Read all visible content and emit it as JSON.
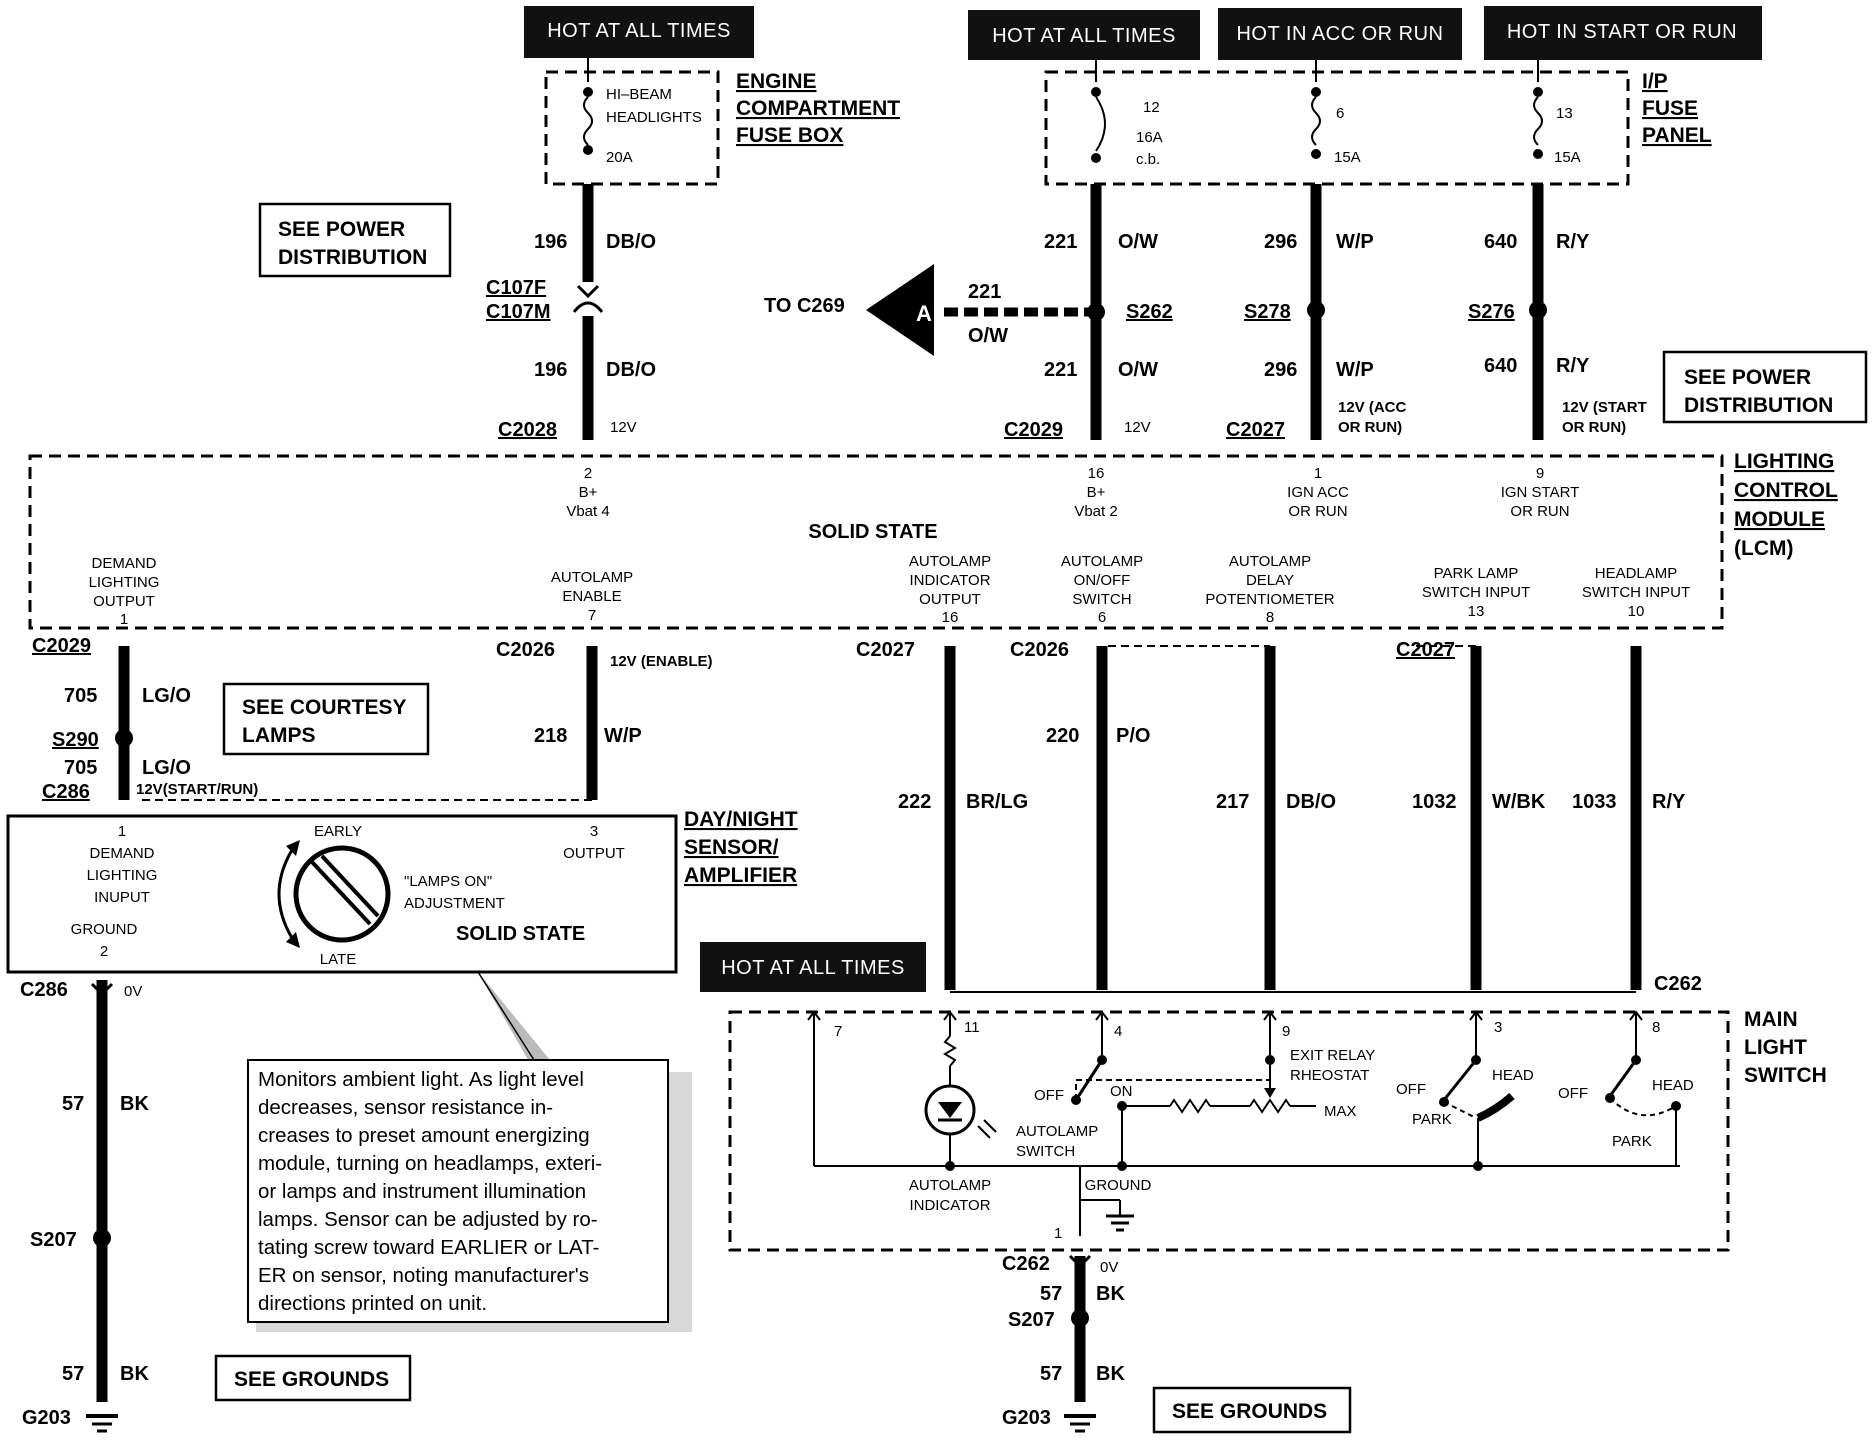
{
  "hot_labels": {
    "engine_fuse": "HOT AT ALL TIMES",
    "fuse12": "HOT AT ALL TIMES",
    "fuse6": "HOT IN ACC OR RUN",
    "fuse13": "HOT IN START OR RUN",
    "main_switch": "HOT AT ALL TIMES"
  },
  "engine_fuse_box": {
    "title": [
      "ENGINE",
      "COMPARTMENT",
      "FUSE BOX"
    ],
    "fuse_label": [
      "HI–BEAM",
      "HEADLIGHTS"
    ],
    "fuse_rating": "20A"
  },
  "ip_fuse_panel": {
    "title": [
      "I/P",
      "FUSE",
      "PANEL"
    ],
    "fuse12": {
      "num": "12",
      "rating": "16A",
      "type": "c.b."
    },
    "fuse6": {
      "num": "6",
      "rating": "15A"
    },
    "fuse13": {
      "num": "13",
      "rating": "15A"
    }
  },
  "see_boxes": {
    "power_left": [
      "SEE POWER",
      "DISTRIBUTION"
    ],
    "power_right": [
      "SEE POWER",
      "DISTRIBUTION"
    ],
    "courtesy": [
      "SEE COURTESY",
      "LAMPS"
    ],
    "grounds_left": "SEE GROUNDS",
    "grounds_right": "SEE GROUNDS"
  },
  "wires_top": {
    "w196_top": {
      "circuit": "196",
      "color": "DB/O"
    },
    "conn_c107": [
      "C107F",
      "C107M"
    ],
    "w196_bot": {
      "circuit": "196",
      "color": "DB/O"
    },
    "c2028_top": {
      "conn": "C2028",
      "volt": "12V"
    },
    "w221_top": {
      "circuit": "221",
      "color": "O/W"
    },
    "splice_s262": "S262",
    "branch_a": {
      "dest": "TO C269",
      "letter": "A",
      "circuit": "221",
      "color": "O/W"
    },
    "w221_bot": {
      "circuit": "221",
      "color": "O/W"
    },
    "c2029_top": {
      "conn": "C2029",
      "volt": "12V"
    },
    "w296_top": {
      "circuit": "296",
      "color": "W/P"
    },
    "splice_s278": "S278",
    "w296_bot": {
      "circuit": "296",
      "color": "W/P"
    },
    "c2027_top": {
      "conn": "C2027",
      "volt": [
        "12V (ACC",
        "OR RUN)"
      ]
    },
    "w640_top": {
      "circuit": "640",
      "color": "R/Y"
    },
    "splice_s276": "S276",
    "w640_bot": {
      "circuit": "640",
      "color": "R/Y"
    },
    "volt_640": [
      "12V (START",
      "OR RUN)"
    ]
  },
  "lcm": {
    "title": [
      "LIGHTING",
      "CONTROL",
      "MODULE",
      "(LCM)"
    ],
    "solid_state": "SOLID STATE",
    "pin2": [
      "2",
      "B+",
      "Vbat 4"
    ],
    "pin16_top": [
      "16",
      "B+",
      "Vbat 2"
    ],
    "pin1_top": [
      "1",
      "IGN ACC",
      "OR RUN"
    ],
    "pin9": [
      "9",
      "IGN START",
      "OR RUN"
    ],
    "pin_demand": [
      "DEMAND",
      "LIGHTING",
      "OUTPUT",
      "1"
    ],
    "pin_autolamp_enable": [
      "AUTOLAMP",
      "ENABLE",
      "7"
    ],
    "pin_indicator": [
      "AUTOLAMP",
      "INDICATOR",
      "OUTPUT",
      "16"
    ],
    "pin_onoff": [
      "AUTOLAMP",
      "ON/OFF",
      "SWITCH",
      "6"
    ],
    "pin_delay": [
      "AUTOLAMP",
      "DELAY",
      "POTENTIOMETER",
      "8"
    ],
    "pin_park": [
      "PARK LAMP",
      "SWITCH INPUT",
      "13"
    ],
    "pin_head": [
      "HEADLAMP",
      "SWITCH INPUT",
      "10"
    ]
  },
  "wires_bottom": {
    "c2029_left": "C2029",
    "w705_top": {
      "circuit": "705",
      "color": "LG/O"
    },
    "splice_s290": "S290",
    "w705_bot": {
      "circuit": "705",
      "color": "LG/O"
    },
    "c286_top": "C286",
    "volt_start_run": "12V(START/RUN)",
    "c2026_mid": "C2026",
    "volt_enable": "12V (ENABLE)",
    "w218": {
      "circuit": "218",
      "color": "W/P"
    },
    "c2027_mid": "C2027",
    "w222": {
      "circuit": "222",
      "color": "BR/LG"
    },
    "c2026_right": "C2026",
    "w220": {
      "circuit": "220",
      "color": "P/O"
    },
    "w217": {
      "circuit": "217",
      "color": "DB/O"
    },
    "c2027_right": "C2027",
    "w1032": {
      "circuit": "1032",
      "color": "W/BK"
    },
    "w1033": {
      "circuit": "1033",
      "color": "R/Y"
    },
    "c262_top": "C262"
  },
  "sensor": {
    "title": [
      "DAY/NIGHT",
      "SENSOR/",
      "AMPLIFIER"
    ],
    "pin1": [
      "1",
      "DEMAND",
      "LIGHTING",
      "INUPUT"
    ],
    "ground": [
      "GROUND",
      "2"
    ],
    "early": "EARLY",
    "late": "LATE",
    "adjust": [
      "\"LAMPS ON\"",
      "ADJUSTMENT"
    ],
    "pin3": [
      "3",
      "OUTPUT"
    ],
    "solid_state": "SOLID STATE"
  },
  "ground_left": {
    "c286": "C286",
    "volt": "0V",
    "w57_top": {
      "circuit": "57",
      "color": "BK"
    },
    "splice_s207": "S207",
    "w57_bot": {
      "circuit": "57",
      "color": "BK"
    },
    "g203": "G203"
  },
  "note_lines": [
    "Monitors ambient light. As light level",
    "decreases, sensor resistance in-",
    "creases to preset amount energizing",
    "module, turning on headlamps, exteri-",
    "or lamps and instrument illumination",
    "lamps. Sensor can be adjusted by ro-",
    "tating screw toward EARLIER or LAT-",
    "ER on sensor, noting manufacturer's",
    "directions printed on unit."
  ],
  "main_switch": {
    "title": [
      "MAIN",
      "LIGHT",
      "SWITCH"
    ],
    "pins": {
      "p7": "7",
      "p11": "11",
      "p4": "4",
      "p9": "9",
      "p3": "3",
      "p8": "8",
      "p1": "1"
    },
    "off": "OFF",
    "on": "ON",
    "autolamp_switch": [
      "AUTOLAMP",
      "SWITCH"
    ],
    "exit_relay": [
      "EXIT RELAY",
      "RHEOSTAT"
    ],
    "max": "MAX",
    "off_b": "OFF",
    "head_b": "HEAD",
    "park_b": "PARK",
    "off_c": "OFF",
    "head_c": "HEAD",
    "park_c": "PARK",
    "indicator": [
      "AUTOLAMP",
      "INDICATOR"
    ],
    "ground": "GROUND"
  },
  "ground_right": {
    "c262": "C262",
    "volt": "0V",
    "w57_top": {
      "circuit": "57",
      "color": "BK"
    },
    "splice_s207": "S207",
    "w57_bot": {
      "circuit": "57",
      "color": "BK"
    },
    "g203": "G203"
  }
}
